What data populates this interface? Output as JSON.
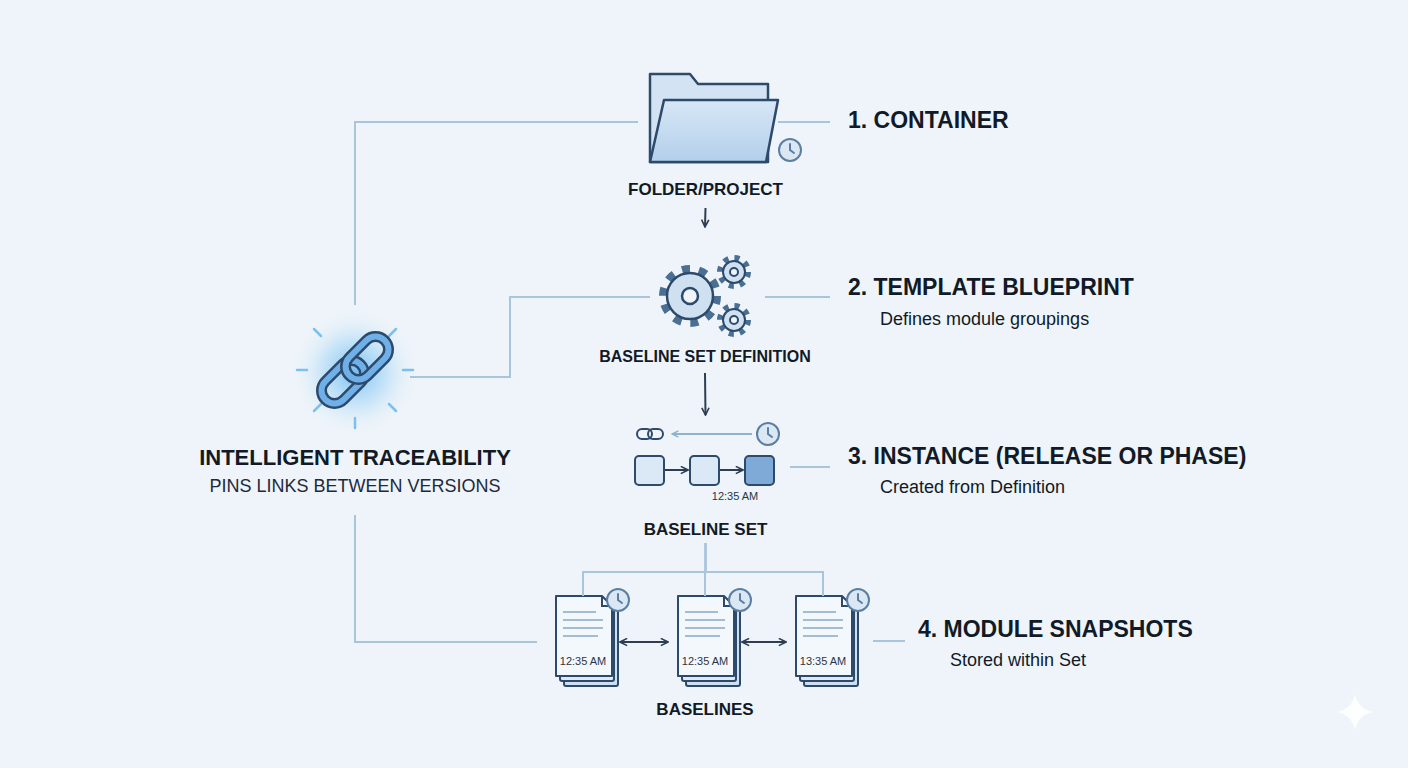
{
  "diagram": {
    "nodes": [
      {
        "text": [
          "FOLDER/PROJECT"
        ]
      },
      {
        "text": [
          "BASELINE SET DEFINITION"
        ]
      },
      {
        "text": [
          "BASELINE SET"
        ]
      },
      {
        "text": [
          "12:35 AM"
        ]
      },
      {
        "text": [
          "12:35 AM"
        ]
      },
      {
        "text": [
          "13:35 AM"
        ]
      },
      {
        "text": [
          "INTELLIGENT TRACEABILITY",
          "PINS LINKS BETWEEN VERSIONS"
        ]
      }
    ],
    "edges": [
      {
        "from": 0,
        "to": 1,
        "arrow": "to"
      },
      {
        "from": 1,
        "to": 2,
        "arrow": "to"
      },
      {
        "from": 2,
        "to": 3,
        "arrow": "none"
      },
      {
        "from": 2,
        "to": 4,
        "arrow": "none"
      },
      {
        "from": 2,
        "to": 5,
        "arrow": "none"
      },
      {
        "from": 3,
        "to": 4,
        "arrow": "both"
      },
      {
        "from": 4,
        "to": 5,
        "arrow": "both"
      },
      {
        "from": 6,
        "to": 0,
        "arrow": "none"
      },
      {
        "from": 6,
        "to": 1,
        "arrow": "none"
      },
      {
        "from": 6,
        "to": 3,
        "arrow": "none"
      }
    ],
    "labels": [
      "1. CONTAINER",
      "2. TEMPLATE BLUEPRINT",
      "Defines module groupings",
      "12:35 AM",
      "3. INSTANCE (RELEASE OR PHASE)",
      "Created from Definition",
      "BASELINES",
      "4. MODULE SNAPSHOTS",
      "Stored within Set"
    ]
  }
}
